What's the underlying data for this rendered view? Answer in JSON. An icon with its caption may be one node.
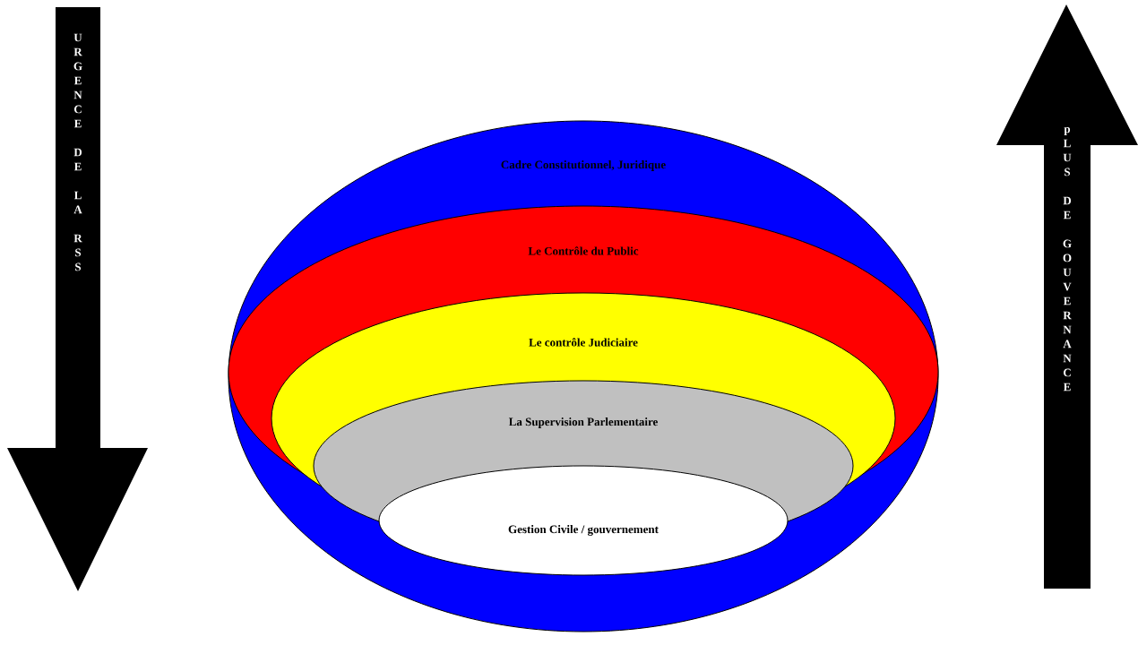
{
  "diagram": {
    "nodes": [
      {
        "text": [
          "Cadre Constitutionnel, Juridique"
        ]
      },
      {
        "text": [
          "Le Contrôle du Public"
        ],
        "in": 0
      },
      {
        "text": [
          "Le contrôle Judiciaire"
        ],
        "in": 1
      },
      {
        "text": [
          "La Supervision Parlementaire"
        ],
        "in": 2
      },
      {
        "text": [
          "Gestion Civile / gouvernement"
        ],
        "in": 0
      },
      {
        "text": [
          "URGENCE DE LA RSS"
        ]
      },
      {
        "text": [
          "pLUS DE GOUVERNANCE"
        ]
      }
    ]
  }
}
